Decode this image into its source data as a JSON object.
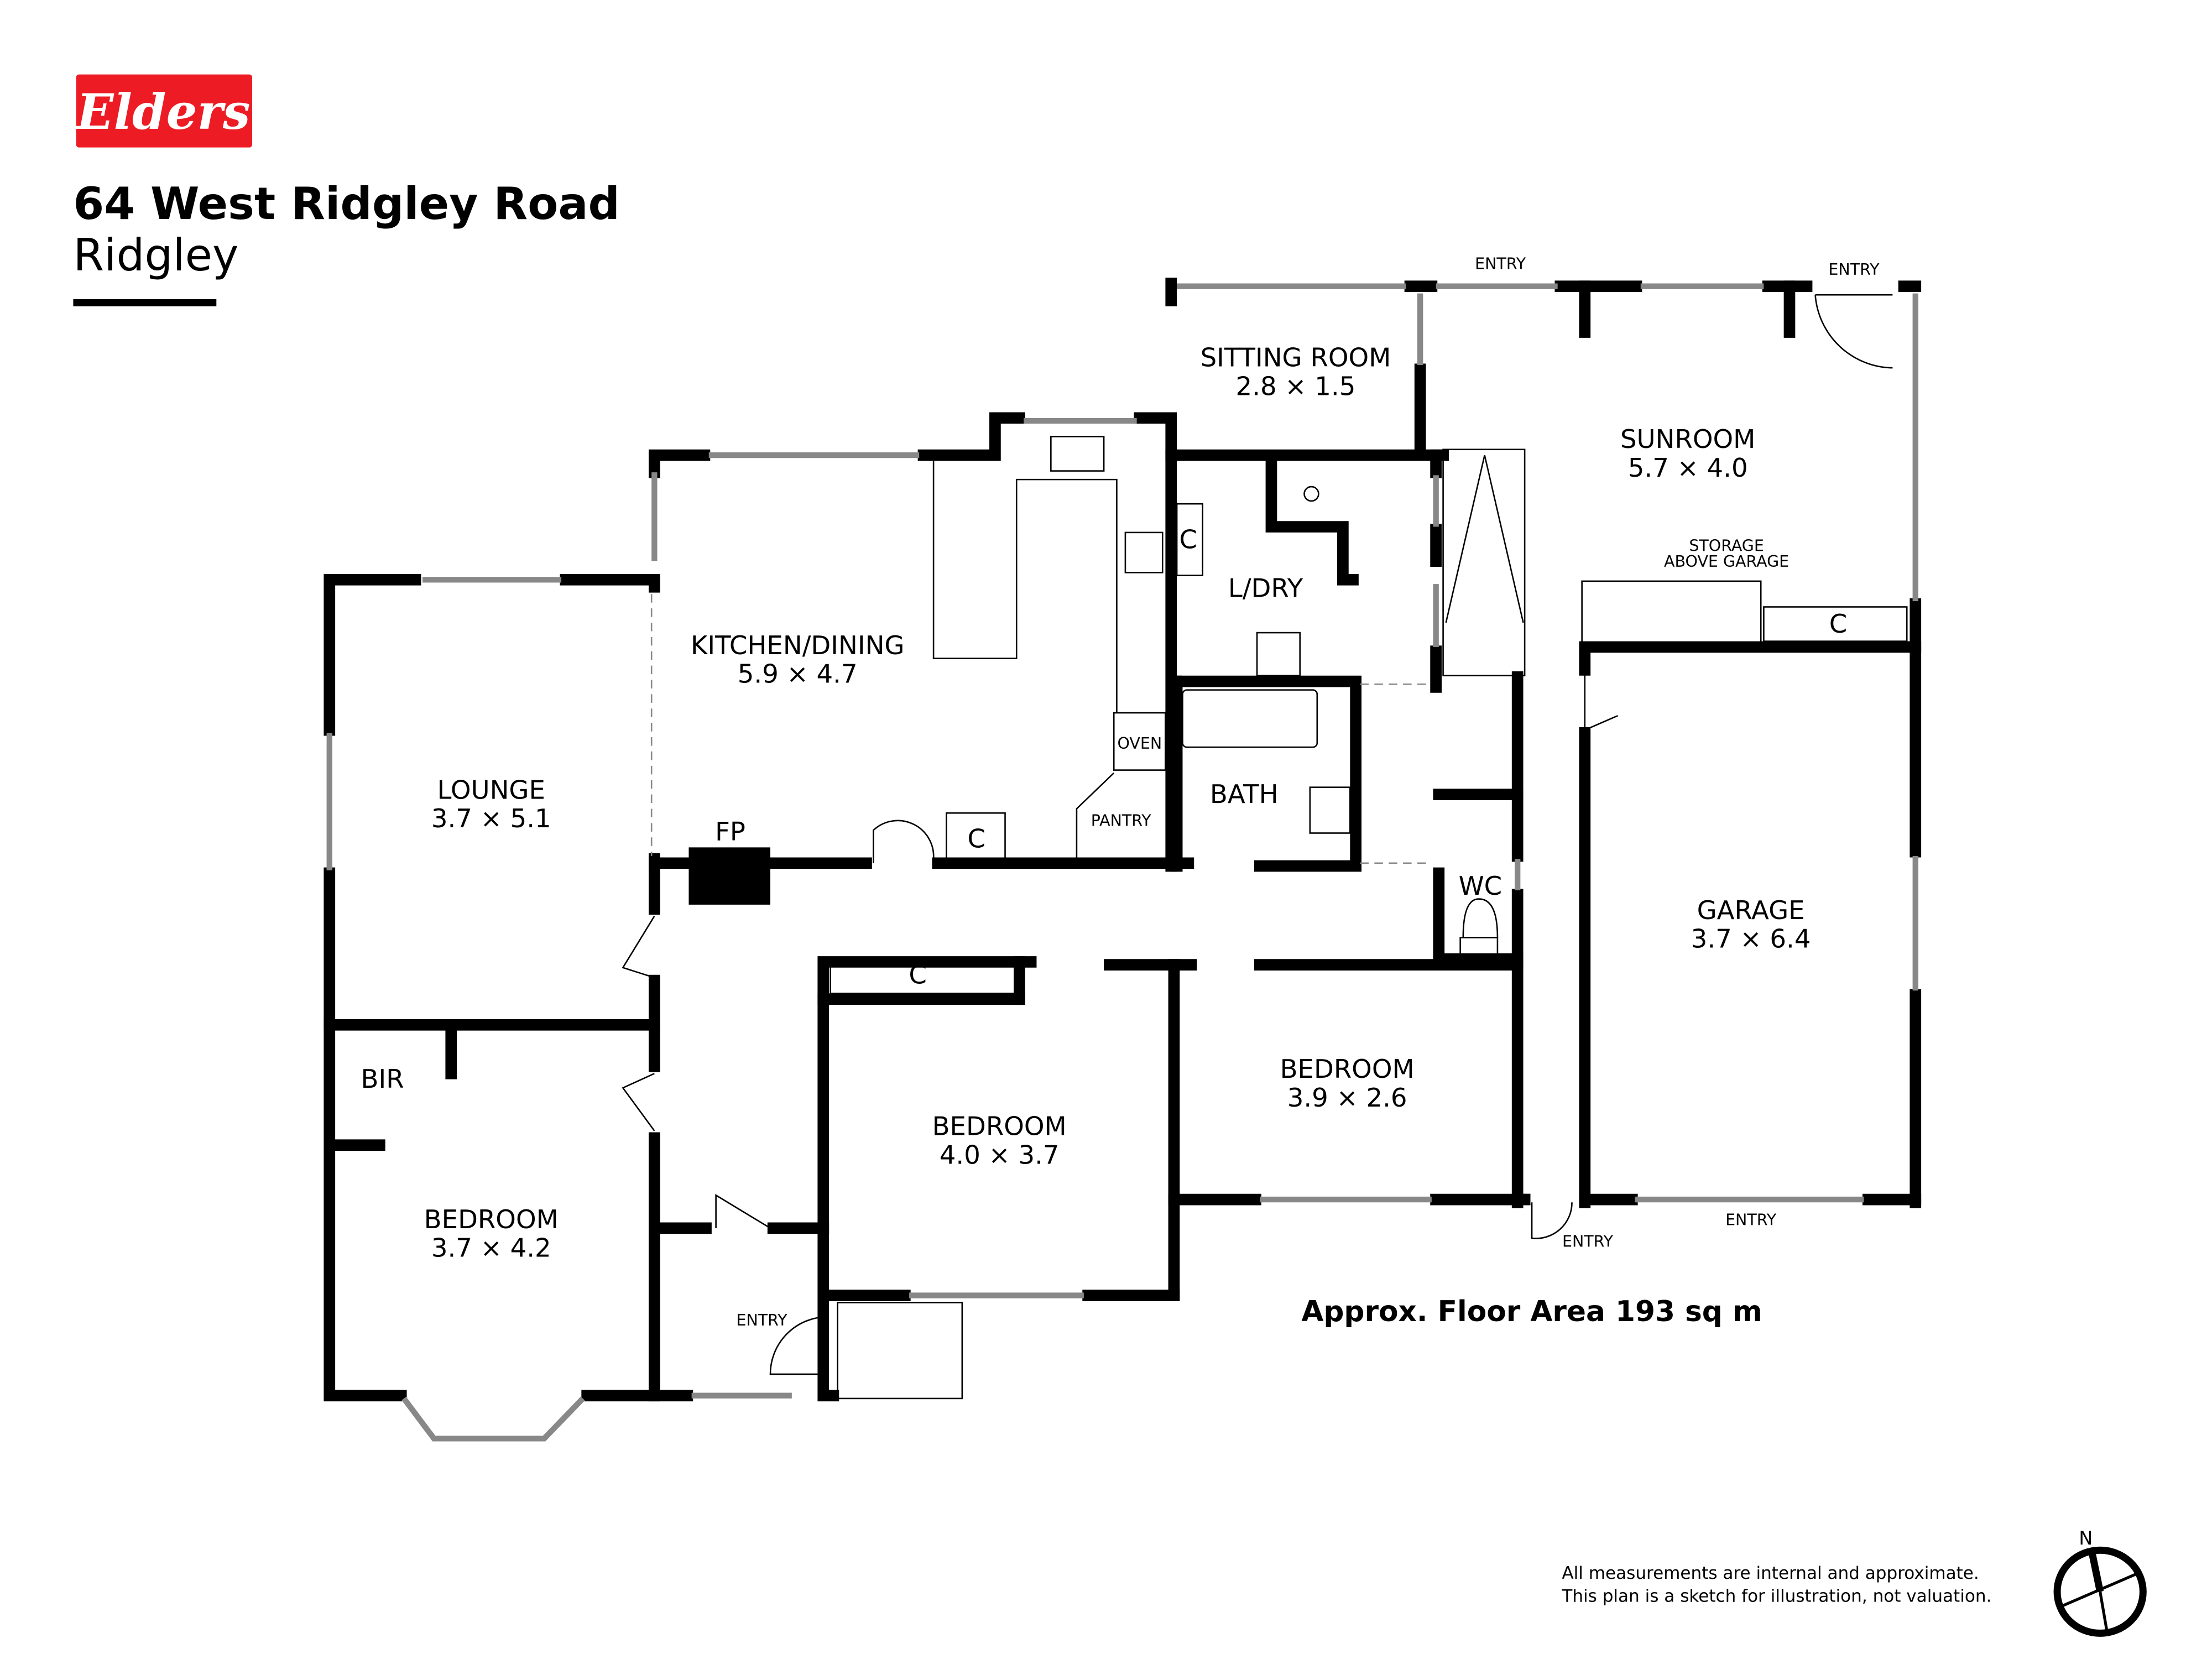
{
  "brand": {
    "logo_text": "Elders",
    "color": "#ED1C24"
  },
  "header": {
    "address": "64 West Ridgley Road",
    "suburb": "Ridgley"
  },
  "rooms": [
    {
      "name": "SITTING ROOM",
      "dims": "2.8 × 1.5"
    },
    {
      "name": "SUNROOM",
      "dims": "5.7 × 4.0"
    },
    {
      "name": "KITCHEN/DINING",
      "dims": "5.9 × 4.7"
    },
    {
      "name": "L/DRY",
      "dims": ""
    },
    {
      "name": "LOUNGE",
      "dims": "3.7 × 5.1"
    },
    {
      "name": "BATH",
      "dims": ""
    },
    {
      "name": "WC",
      "dims": ""
    },
    {
      "name": "GARAGE",
      "dims": "3.7 × 6.4"
    },
    {
      "name": "BEDROOM",
      "dims": "3.9 × 2.6"
    },
    {
      "name": "BEDROOM",
      "dims": "4.0 × 3.7"
    },
    {
      "name": "BEDROOM",
      "dims": "3.7 × 4.2"
    }
  ],
  "labels": {
    "entry": "ENTRY",
    "storage_line1": "STORAGE",
    "storage_line2": "ABOVE GARAGE",
    "cupboard": "C",
    "oven": "OVEN",
    "pantry": "PANTRY",
    "fireplace": "FP",
    "bir": "BIR"
  },
  "floor_area": "Approx. Floor Area 193 sq m",
  "disclaimer": {
    "line1": "All measurements are internal and approximate.",
    "line2": "This plan is a sketch for illustration, not valuation."
  },
  "compass": {
    "label": "N"
  }
}
